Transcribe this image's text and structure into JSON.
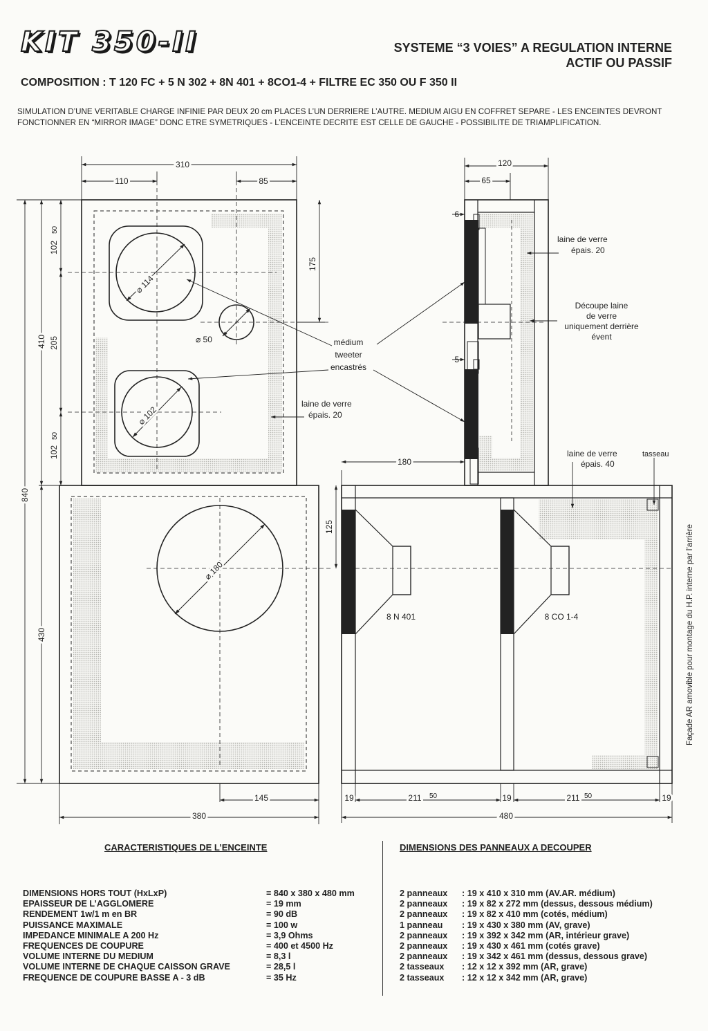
{
  "header": {
    "title": "KIT 350-II",
    "subtitle_line1": "SYSTEME “3 VOIES” A REGULATION INTERNE",
    "subtitle_line2": "ACTIF OU PASSIF",
    "composition": "COMPOSITION : T 120 FC  +  5 N 302  + 8N 401  +  8CO1-4  +  FILTRE EC 350 OU F 350  II"
  },
  "intro": "SIMULATION D’UNE VERITABLE CHARGE INFINIE PAR DEUX 20 cm PLACES L’UN DERRIERE L’AUTRE. MEDIUM AIGU EN COFFRET SEPARE - LES ENCEINTES DEVRONT FONCTIONNER EN “MIRROR IMAGE” DONC ETRE SYMETRIQUES - L’ENCEINTE DECRITE EST CELLE DE GAUCHE - POSSIBILITE DE TRIAMPLIFICATION.",
  "drawing": {
    "dims": {
      "w310": "310",
      "w110": "110",
      "w85": "85",
      "w120": "120",
      "w65": "65",
      "h840": "840",
      "h410": "410",
      "h430": "430",
      "h175": "175",
      "h125": "125",
      "h102a": "102",
      "sup50a": "50",
      "h205": "205",
      "h102b": "102",
      "sup50b": "50",
      "d6": "6",
      "d5": "5",
      "w180": "180",
      "w145": "145",
      "w380": "380",
      "w480": "480",
      "b19a": "19",
      "b211a": "211",
      "sup50c": "50",
      "b19b": "19",
      "b211b": "211",
      "sup50d": "50",
      "b19c": "19"
    },
    "diam114": "⌀ 114",
    "diam50": "⌀ 50",
    "diam102": "⌀ 102",
    "diam180": "⌀ 180",
    "labels": {
      "medium1": "médium",
      "medium2": "tweeter",
      "medium3": "encastrés",
      "laine_left1": "laine de verre",
      "laine_left2": "épais. 20",
      "laine_side1": "laine de verre",
      "laine_side2": "épais. 20",
      "decoupe1": "Découpe laine",
      "decoupe2": "de verre",
      "decoupe3": "uniquement derrière",
      "decoupe4": "évent",
      "laine40_1": "laine de verre",
      "laine40_2": "épais. 40",
      "tasseau": "tasseau",
      "drv1": "8 N 401",
      "drv2": "8 CO 1-4",
      "facade": "Façade AR amovible pour montage du H.P. interne par l’arrière"
    }
  },
  "characteristics": {
    "heading": "CARACTERISTIQUES DE L’ENCEINTE",
    "rows": [
      {
        "label": "DIMENSIONS HORS TOUT (HxLxP)",
        "value": "= 840 x 380 x 480 mm"
      },
      {
        "label": "EPAISSEUR DE L’AGGLOMERE",
        "value": "= 19 mm"
      },
      {
        "label": "RENDEMENT 1w/1 m en BR",
        "value": "= 90 dB"
      },
      {
        "label": "PUISSANCE MAXIMALE",
        "value": "= 100 w"
      },
      {
        "label": "IMPEDANCE MINIMALE A 200 Hz",
        "value": "= 3,9 Ohms"
      },
      {
        "label": "FREQUENCES DE COUPURE",
        "value": "= 400 et 4500 Hz"
      },
      {
        "label": "VOLUME INTERNE DU MEDIUM",
        "value": "= 8,3 l"
      },
      {
        "label": "VOLUME INTERNE DE CHAQUE CAISSON GRAVE",
        "value": "= 28,5 l"
      },
      {
        "label": "FREQUENCE DE COUPURE BASSE A - 3 dB",
        "value": "= 35 Hz"
      }
    ]
  },
  "panels": {
    "heading": "DIMENSIONS DES PANNEAUX A DECOUPER",
    "rows": [
      {
        "qty": "2 panneaux",
        "desc": ":  19 x 410 x 310 mm (AV.AR. médium)"
      },
      {
        "qty": "2 panneaux",
        "desc": ":  19 x 82 x 272 mm (dessus, dessous médium)"
      },
      {
        "qty": "2 panneaux",
        "desc": ":  19 x 82 x 410 mm (cotés, médium)"
      },
      {
        "qty": "1 panneau",
        "desc": ":  19 x 430 x 380 mm (AV, grave)"
      },
      {
        "qty": "2 panneaux",
        "desc": ":  19 x 392 x 342 mm (AR, intérieur grave)"
      },
      {
        "qty": "2 panneaux",
        "desc": ":  19 x 430 x 461 mm (cotés grave)"
      },
      {
        "qty": "2 panneaux",
        "desc": ":  19 x 342 x 461 mm (dessus, dessous grave)"
      },
      {
        "qty": "2 tasseaux",
        "desc": ":  12 x 12 x 392 mm (AR, grave)"
      },
      {
        "qty": "2 tasseaux",
        "desc": ":  12 x 12 x 342 mm (AR, grave)"
      }
    ]
  }
}
